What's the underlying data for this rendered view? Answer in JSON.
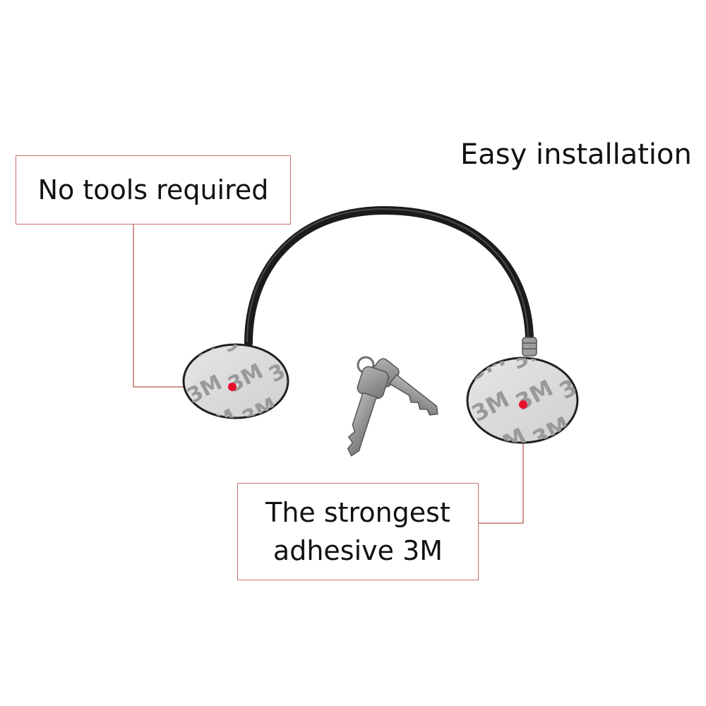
{
  "heading": "Easy installation",
  "callouts": {
    "tools": "No tools required",
    "adhesive": {
      "line1": "The strongest",
      "line2": "adhesive 3M"
    }
  },
  "pad_print": "3M",
  "colors": {
    "callout_border": "#c9716d",
    "marker_dot": "#e8102a",
    "cable": "#1b1b1b",
    "pad": "#d9d9d9",
    "pad_print": "#9a9a9a",
    "key": "#8e8e8e",
    "text": "#111111"
  },
  "icons": {
    "pad": "adhesive-pad-icon",
    "keys": "keys-icon"
  }
}
